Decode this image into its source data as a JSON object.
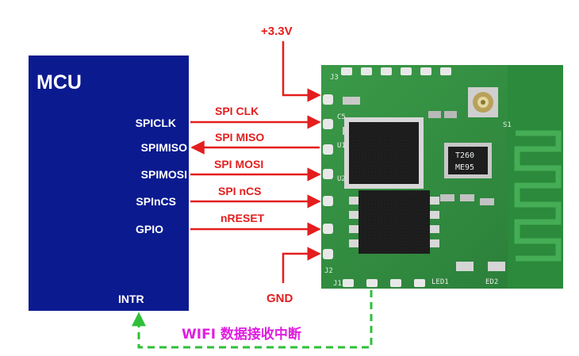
{
  "mcu": {
    "title": "MCU",
    "pins": [
      "SPICLK",
      "SPIMISO",
      "SPIMOSI",
      "SPInCS",
      "GPIO"
    ],
    "intr_label": "INTR"
  },
  "signals": [
    "SPI CLK",
    "SPI MISO",
    "SPI MOSI",
    "SPI nCS",
    "nRESET"
  ],
  "power": {
    "vcc": "+3.3V",
    "gnd": "GND"
  },
  "interrupt_label": "WIFI 数据接收中断",
  "module": {
    "silkscreen": [
      "J3",
      "C5",
      "U1",
      "U2",
      "J2",
      "J1",
      "LED1",
      "ED2",
      "S1"
    ],
    "chip_marking_line1": "T260",
    "chip_marking_line2": "ME95"
  },
  "colors": {
    "mcu_fill": "#0b1a8f",
    "signal_red": "#e41e1e",
    "interrupt_green": "#2fbf3a",
    "interrupt_text": "#e01ee0",
    "pcb_green": "#2f8a3e"
  }
}
